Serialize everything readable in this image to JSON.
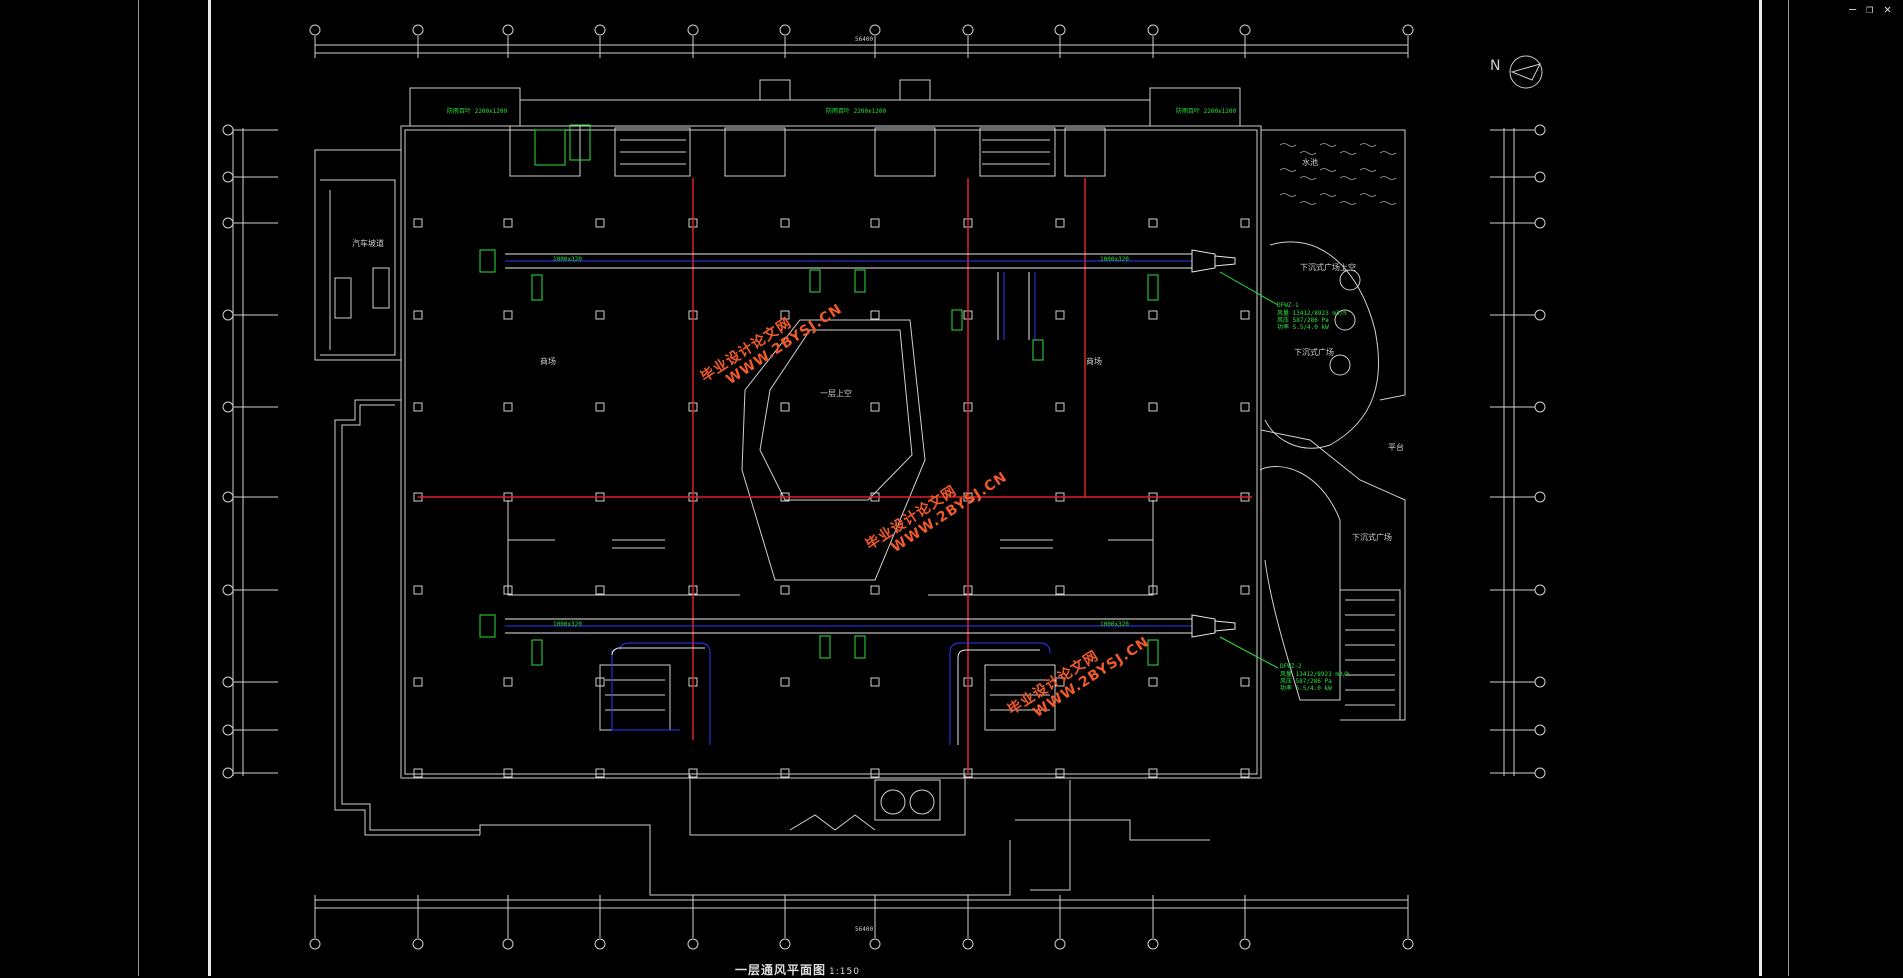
{
  "window_controls": {
    "minimize": "–",
    "restore": "❐",
    "close": "✕"
  },
  "drawing": {
    "title": "一层通风平面图",
    "scale": "1:150",
    "north_label": "N",
    "rooms": {
      "shop_left": "商场",
      "shop_right": "商场",
      "atrium": "一层上空",
      "water": "水池",
      "sunken_plaza_top": "下沉式广场上空",
      "sunken_plaza_mid": "下沉式广场",
      "sunken_plaza_bottom": "下沉式广场",
      "garage": "汽车坡道",
      "platform": "平台"
    },
    "annotations": {
      "fan_top": "DFWZ-1",
      "fan_top_spec_1": "风量 13412/8923 m3/h",
      "fan_top_spec_2": "风压 587/286 Pa",
      "fan_top_spec_3": "功率 5.5/4.0 kW",
      "fan_bottom": "DFWZ-2",
      "fan_bottom_spec_1": "风量 13412/8923 m3/h",
      "fan_bottom_spec_2": "风压 587/286 Pa",
      "fan_bottom_spec_3": "功率 5.5/4.0 kW",
      "duct_top_left": "1000x320",
      "duct_top_right": "1000x320",
      "duct_bottom_left": "1000x320",
      "duct_bottom_right": "1000x320",
      "louver_1": "防雨百叶 2200x1200",
      "louver_2": "防雨百叶 2200x1200",
      "louver_3": "防雨百叶 2200x1200",
      "dim_total_top": "56400",
      "dim_total_bottom": "56400"
    },
    "watermark_lines": [
      "毕业设计论文网",
      "WWW.2BYSJ.CN"
    ]
  }
}
